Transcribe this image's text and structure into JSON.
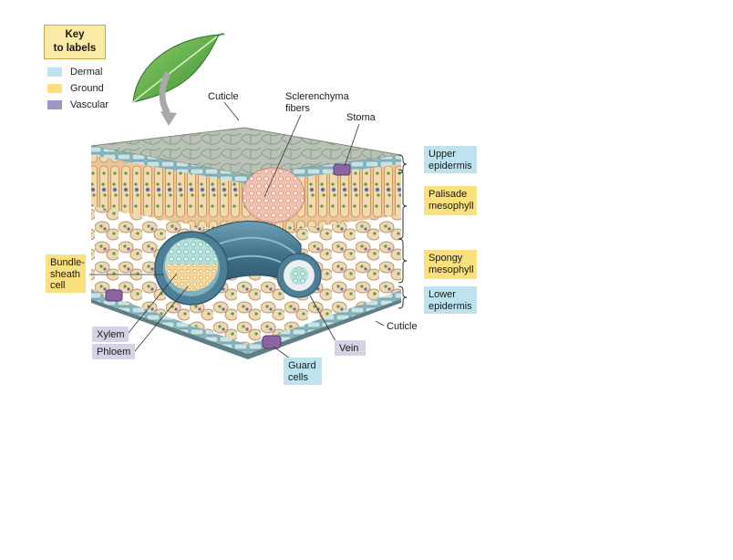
{
  "key": {
    "title_line1": "Key",
    "title_line2": "to labels",
    "items": [
      {
        "label": "Dermal",
        "color": "#bfe3ee"
      },
      {
        "label": "Ground",
        "color": "#fbe07e"
      },
      {
        "label": "Vascular",
        "color": "#9f96c2"
      }
    ]
  },
  "labels": {
    "cuticle_top": "Cuticle",
    "sclerenchyma_line1": "Sclerenchyma",
    "sclerenchyma_line2": "fibers",
    "stoma": "Stoma",
    "upper_epidermis_line1": "Upper",
    "upper_epidermis_line2": "epidermis",
    "palisade_line1": "Palisade",
    "palisade_line2": "mesophyll",
    "spongy_line1": "Spongy",
    "spongy_line2": "mesophyll",
    "lower_epidermis_line1": "Lower",
    "lower_epidermis_line2": "epidermis",
    "cuticle_bottom": "Cuticle",
    "bundle_sheath_line1": "Bundle-",
    "bundle_sheath_line2": "sheath",
    "bundle_sheath_line3": "cell",
    "xylem": "Xylem",
    "phloem": "Phloem",
    "vein": "Vein",
    "guard_cells_line1": "Guard",
    "guard_cells_line2": "cells"
  }
}
